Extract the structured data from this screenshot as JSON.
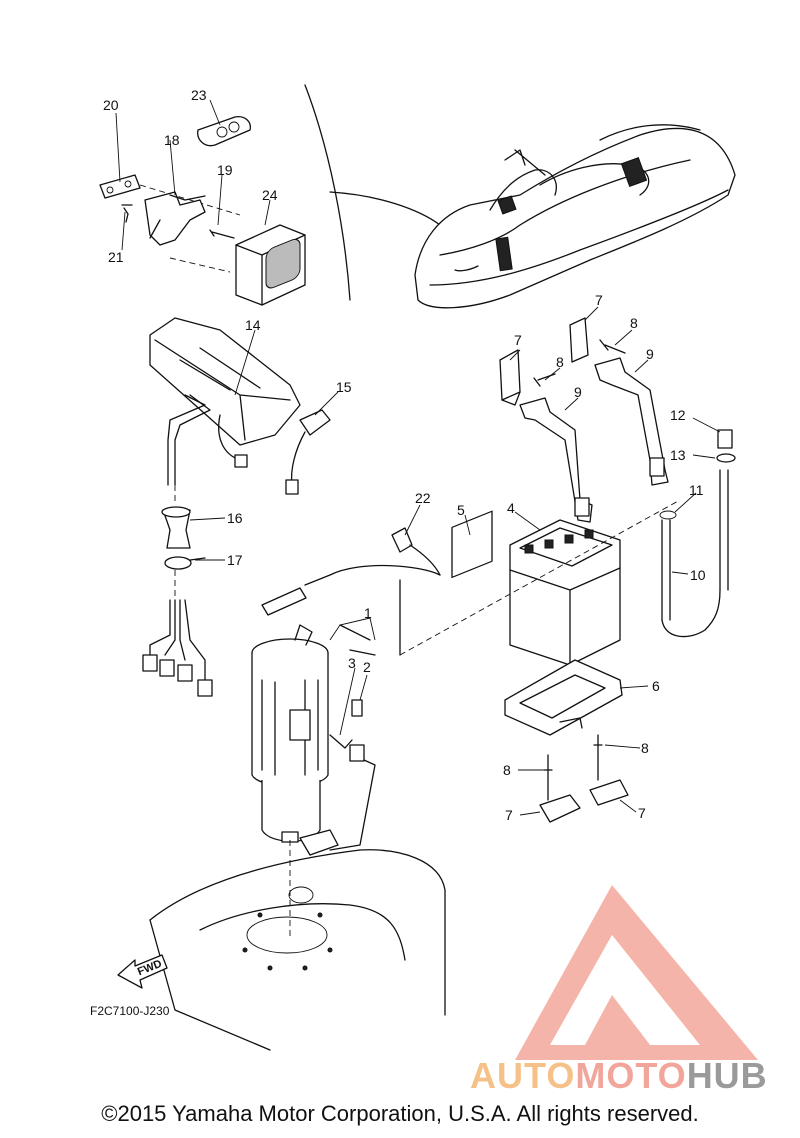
{
  "diagram": {
    "code": "F2C7100-J230",
    "fwd_label": "FWD",
    "copyright": "©2015 Yamaha Motor Corporation, U.S.A. All rights reserved.",
    "watermark": {
      "part1": "AUTO",
      "part2": "MOTO",
      "part3": "HUB",
      "colors": [
        "#f6c188",
        "#f2a59a",
        "#9a9a9a"
      ]
    },
    "callouts": {
      "n1": "1",
      "n2": "2",
      "n3": "3",
      "n4": "4",
      "n5": "5",
      "n6": "6",
      "n7a": "7",
      "n7b": "7",
      "n7c": "7",
      "n7d": "7",
      "n8a": "8",
      "n8b": "8",
      "n8c": "8",
      "n8d": "8",
      "n9a": "9",
      "n9b": "9",
      "n10": "10",
      "n11": "11",
      "n12": "12",
      "n13": "13",
      "n14": "14",
      "n15": "15",
      "n16": "16",
      "n17": "17",
      "n18": "18",
      "n19": "19",
      "n20": "20",
      "n21": "21",
      "n22": "22",
      "n23": "23",
      "n24": "24"
    }
  }
}
